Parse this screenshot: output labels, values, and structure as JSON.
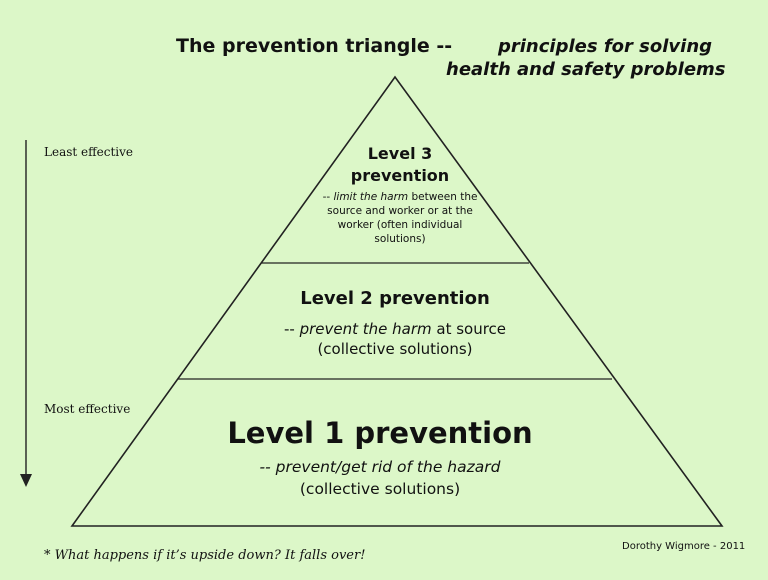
{
  "title": {
    "main": "The prevention triangle --",
    "italic_line1": "principles for solving",
    "italic_line2": "health and safety problems"
  },
  "side_labels": {
    "top": "Least effective",
    "bottom": "Most effective"
  },
  "levels": {
    "level3": {
      "heading_line1": "Level 3",
      "heading_line2": "prevention",
      "desc_prefix": "-- ",
      "desc_italic": "limit the harm",
      "desc_line1_rest": " between the",
      "desc_line2": "source and worker or at the",
      "desc_line3": "worker (often individual",
      "desc_line4": "solutions)"
    },
    "level2": {
      "heading": "Level 2 prevention",
      "desc_prefix": "-- ",
      "desc_italic": "prevent the harm",
      "desc_rest": " at source",
      "desc_line2": "(collective solutions)"
    },
    "level1": {
      "heading": "Level 1 prevention",
      "desc_italic": "-- prevent/get rid of the hazard",
      "desc_line2": "(collective solutions)"
    }
  },
  "footnote": "* What happens if it’s upside down? It falls over!",
  "author": "Dorothy Wigmore - 2011",
  "colors": {
    "background": "#dcf7c8",
    "line": "#222222"
  }
}
